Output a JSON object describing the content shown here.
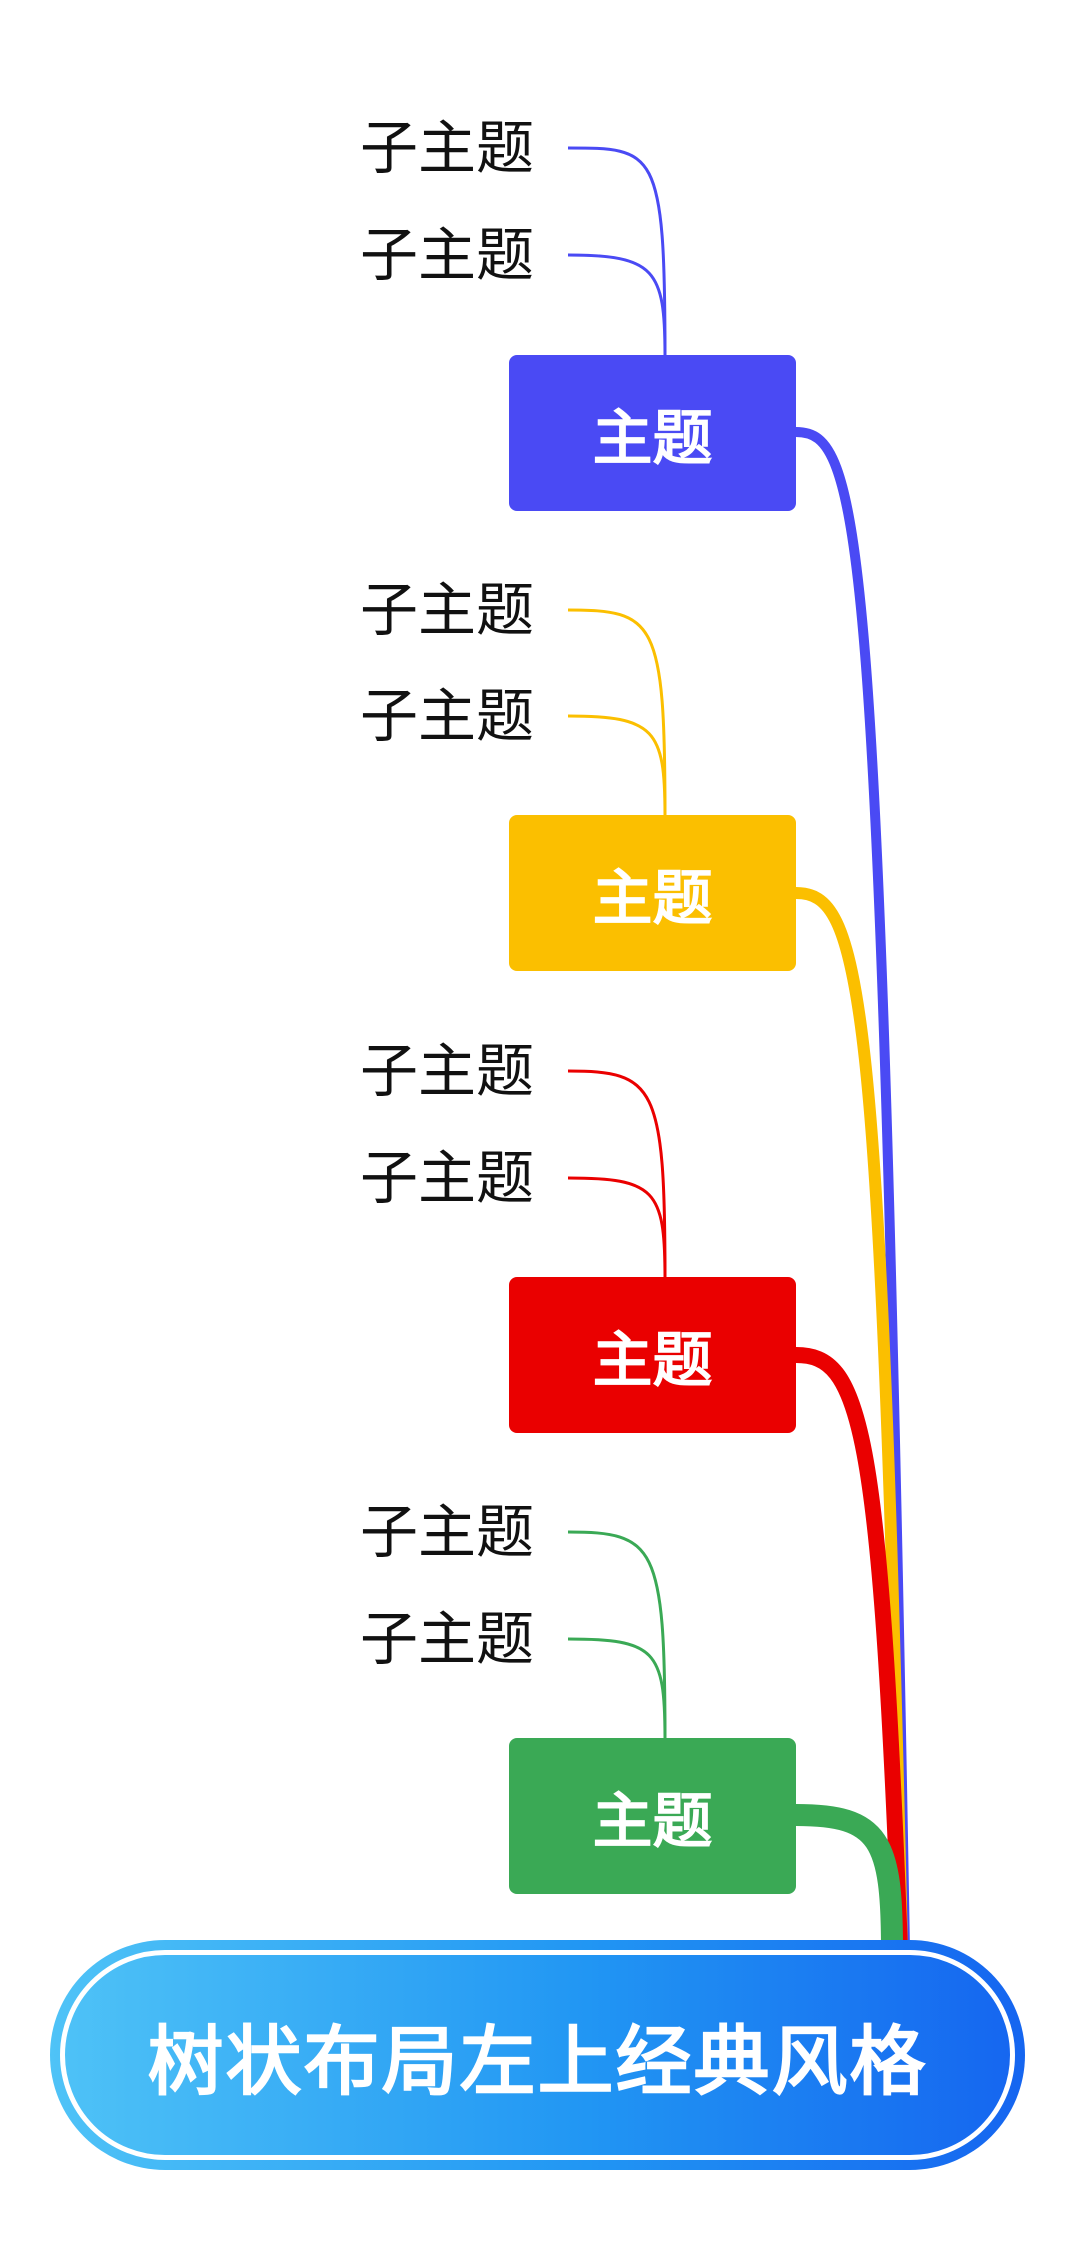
{
  "root": {
    "label": "树状布局左上经典风格"
  },
  "topics": [
    {
      "label": "主题",
      "color": "#4a4af4",
      "subtopics": [
        "子主题",
        "子主题"
      ]
    },
    {
      "label": "主题",
      "color": "#fbbf00",
      "subtopics": [
        "子主题",
        "子主题"
      ]
    },
    {
      "label": "主题",
      "color": "#ea0000",
      "subtopics": [
        "子主题",
        "子主题"
      ]
    },
    {
      "label": "主题",
      "color": "#3aa955",
      "subtopics": [
        "子主题",
        "子主题"
      ]
    }
  ]
}
